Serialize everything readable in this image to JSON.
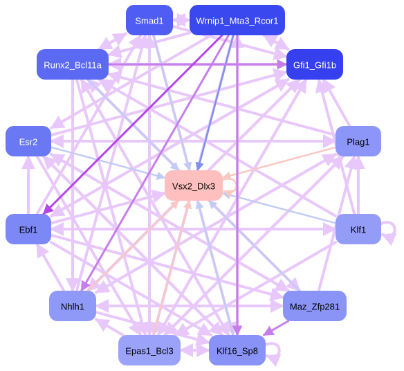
{
  "diagram": {
    "type": "directed-network",
    "nodes": [
      {
        "id": "Smad1",
        "label": "Smad1",
        "fill": "#4f5df5",
        "text_color": "#ffffff"
      },
      {
        "id": "Wrnip1_Mta3_Rcor1",
        "label": "Wrnip1_Mta3_Rcor1",
        "fill": "#3a48f0",
        "text_color": "#ffffff"
      },
      {
        "id": "Runx2_Bcl11a",
        "label": "Runx2_Bcl11a",
        "fill": "#5c69f2",
        "text_color": "#ffffff"
      },
      {
        "id": "Gfi1_Gfi1b",
        "label": "Gfi1_Gfi1b",
        "fill": "#3640ee",
        "text_color": "#ffffff"
      },
      {
        "id": "Esr2",
        "label": "Esr2",
        "fill": "#6a78f4",
        "text_color": "#ffffff"
      },
      {
        "id": "Plag1",
        "label": "Plag1",
        "fill": "#8c96f8",
        "text_color": "#000000"
      },
      {
        "id": "Vsx2_Dlx3",
        "label": "Vsx2_Dlx3",
        "fill": "#ffbfbf",
        "text_color": "#000000"
      },
      {
        "id": "Ebf1",
        "label": "Ebf1",
        "fill": "#7c88f6",
        "text_color": "#000000"
      },
      {
        "id": "Klf1",
        "label": "Klf1",
        "fill": "#939df8",
        "text_color": "#000000"
      },
      {
        "id": "Nhlh1",
        "label": "Nhlh1",
        "fill": "#8f99f7",
        "text_color": "#000000"
      },
      {
        "id": "Maz_Zfp281",
        "label": "Maz_Zfp281",
        "fill": "#8a94f7",
        "text_color": "#000000"
      },
      {
        "id": "Epas1_Bcl3",
        "label": "Epas1_Bcl3",
        "fill": "#9aa3f9",
        "text_color": "#000000"
      },
      {
        "id": "Klf16_Sp8",
        "label": "Klf16_Sp8",
        "fill": "#8892f7",
        "text_color": "#000000"
      }
    ],
    "edge_colors": {
      "light_violet": "#e8c8fa",
      "violet": "#c77dea",
      "dark_violet": "#b545e8",
      "light_blue": "#c2cbf5",
      "blue": "#7f8ff0",
      "salmon": "#f8c8c2"
    },
    "edges": [
      {
        "from": "Wrnip1_Mta3_Rcor1",
        "to": "Ebf1",
        "color": "dark_violet"
      },
      {
        "from": "Wrnip1_Mta3_Rcor1",
        "to": "Klf16_Sp8",
        "color": "violet"
      },
      {
        "from": "Wrnip1_Mta3_Rcor1",
        "to": "Nhlh1",
        "color": "violet"
      },
      {
        "from": "Wrnip1_Mta3_Rcor1",
        "to": "Vsx2_Dlx3",
        "color": "blue"
      },
      {
        "from": "Wrnip1_Mta3_Rcor1",
        "to": "Smad1",
        "color": "light_violet"
      },
      {
        "from": "Wrnip1_Mta3_Rcor1",
        "to": "Gfi1_Gfi1b",
        "color": "light_violet"
      },
      {
        "from": "Wrnip1_Mta3_Rcor1",
        "to": "Runx2_Bcl11a",
        "color": "light_violet"
      },
      {
        "from": "Wrnip1_Mta3_Rcor1",
        "to": "Epas1_Bcl3",
        "color": "light_violet"
      },
      {
        "from": "Wrnip1_Mta3_Rcor1",
        "to": "Esr2",
        "color": "light_violet"
      },
      {
        "from": "Smad1",
        "to": "Runx2_Bcl11a",
        "color": "light_violet"
      },
      {
        "from": "Smad1",
        "to": "Vsx2_Dlx3",
        "color": "light_blue"
      },
      {
        "from": "Smad1",
        "to": "Wrnip1_Mta3_Rcor1",
        "color": "light_violet"
      },
      {
        "from": "Smad1",
        "to": "Epas1_Bcl3",
        "color": "light_violet"
      },
      {
        "from": "Smad1",
        "to": "Klf16_Sp8",
        "color": "light_violet"
      },
      {
        "from": "Smad1",
        "to": "Gfi1_Gfi1b",
        "color": "light_violet"
      },
      {
        "from": "Runx2_Bcl11a",
        "to": "Gfi1_Gfi1b",
        "color": "violet"
      },
      {
        "from": "Runx2_Bcl11a",
        "to": "Vsx2_Dlx3",
        "color": "light_blue"
      },
      {
        "from": "Runx2_Bcl11a",
        "to": "Klf16_Sp8",
        "color": "light_violet"
      },
      {
        "from": "Runx2_Bcl11a",
        "to": "Maz_Zfp281",
        "color": "light_violet"
      },
      {
        "from": "Runx2_Bcl11a",
        "to": "Nhlh1",
        "color": "light_violet"
      },
      {
        "from": "Runx2_Bcl11a",
        "to": "Epas1_Bcl3",
        "color": "light_violet"
      },
      {
        "from": "Runx2_Bcl11a",
        "to": "Smad1",
        "color": "light_violet"
      },
      {
        "from": "Gfi1_Gfi1b",
        "to": "Runx2_Bcl11a",
        "color": "light_violet"
      },
      {
        "from": "Gfi1_Gfi1b",
        "to": "Nhlh1",
        "color": "light_violet"
      },
      {
        "from": "Gfi1_Gfi1b",
        "to": "Epas1_Bcl3",
        "color": "light_violet"
      },
      {
        "from": "Gfi1_Gfi1b",
        "to": "Ebf1",
        "color": "light_violet"
      },
      {
        "from": "Gfi1_Gfi1b",
        "to": "Wrnip1_Mta3_Rcor1",
        "color": "light_violet"
      },
      {
        "from": "Esr2",
        "to": "Vsx2_Dlx3",
        "color": "light_blue"
      },
      {
        "from": "Esr2",
        "to": "Plag1",
        "color": "light_violet"
      },
      {
        "from": "Esr2",
        "to": "Klf16_Sp8",
        "color": "light_violet"
      },
      {
        "from": "Esr2",
        "to": "Maz_Zfp281",
        "color": "light_violet"
      },
      {
        "from": "Esr2",
        "to": "Gfi1_Gfi1b",
        "color": "light_violet"
      },
      {
        "from": "Esr2",
        "to": "Epas1_Bcl3",
        "color": "light_violet"
      },
      {
        "from": "Plag1",
        "to": "Esr2",
        "color": "light_violet"
      },
      {
        "from": "Plag1",
        "to": "Nhlh1",
        "color": "light_violet"
      },
      {
        "from": "Plag1",
        "to": "Epas1_Bcl3",
        "color": "light_violet"
      },
      {
        "from": "Plag1",
        "to": "Gfi1_Gfi1b",
        "color": "light_violet"
      },
      {
        "from": "Plag1",
        "to": "Vsx2_Dlx3",
        "color": "salmon"
      },
      {
        "from": "Plag1",
        "to": "Runx2_Bcl11a",
        "color": "light_violet"
      },
      {
        "from": "Ebf1",
        "to": "Klf1",
        "color": "light_violet"
      },
      {
        "from": "Ebf1",
        "to": "Vsx2_Dlx3",
        "color": "light_violet"
      },
      {
        "from": "Ebf1",
        "to": "Smad1",
        "color": "light_violet"
      },
      {
        "from": "Ebf1",
        "to": "Gfi1_Gfi1b",
        "color": "light_violet"
      },
      {
        "from": "Ebf1",
        "to": "Esr2",
        "color": "light_violet"
      },
      {
        "from": "Ebf1",
        "to": "Klf16_Sp8",
        "color": "light_violet"
      },
      {
        "from": "Ebf1",
        "to": "Maz_Zfp281",
        "color": "light_violet"
      },
      {
        "from": "Klf1",
        "to": "Vsx2_Dlx3",
        "color": "light_blue"
      },
      {
        "from": "Klf1",
        "to": "Ebf1",
        "color": "light_violet"
      },
      {
        "from": "Klf1",
        "to": "Plag1",
        "color": "light_violet"
      },
      {
        "from": "Klf1",
        "to": "Gfi1_Gfi1b",
        "color": "light_violet"
      },
      {
        "from": "Klf1",
        "to": "Epas1_Bcl3",
        "color": "light_violet"
      },
      {
        "from": "Klf1",
        "to": "Runx2_Bcl11a",
        "color": "light_violet"
      },
      {
        "from": "Klf1",
        "to": "Klf1",
        "color": "light_violet"
      },
      {
        "from": "Nhlh1",
        "to": "Vsx2_Dlx3",
        "color": "salmon"
      },
      {
        "from": "Nhlh1",
        "to": "Gfi1_Gfi1b",
        "color": "light_violet"
      },
      {
        "from": "Nhlh1",
        "to": "Maz_Zfp281",
        "color": "light_violet"
      },
      {
        "from": "Nhlh1",
        "to": "Klf16_Sp8",
        "color": "light_violet"
      },
      {
        "from": "Nhlh1",
        "to": "Ebf1",
        "color": "light_violet"
      },
      {
        "from": "Nhlh1",
        "to": "Smad1",
        "color": "light_violet"
      },
      {
        "from": "Nhlh1",
        "to": "Plag1",
        "color": "light_violet"
      },
      {
        "from": "Maz_Zfp281",
        "to": "Vsx2_Dlx3",
        "color": "light_blue"
      },
      {
        "from": "Maz_Zfp281",
        "to": "Klf16_Sp8",
        "color": "violet"
      },
      {
        "from": "Maz_Zfp281",
        "to": "Nhlh1",
        "color": "light_violet"
      },
      {
        "from": "Maz_Zfp281",
        "to": "Esr2",
        "color": "light_violet"
      },
      {
        "from": "Maz_Zfp281",
        "to": "Runx2_Bcl11a",
        "color": "light_violet"
      },
      {
        "from": "Maz_Zfp281",
        "to": "Plag1",
        "color": "light_violet"
      },
      {
        "from": "Epas1_Bcl3",
        "to": "Vsx2_Dlx3",
        "color": "salmon"
      },
      {
        "from": "Epas1_Bcl3",
        "to": "Klf16_Sp8",
        "color": "light_violet"
      },
      {
        "from": "Epas1_Bcl3",
        "to": "Nhlh1",
        "color": "light_violet"
      },
      {
        "from": "Epas1_Bcl3",
        "to": "Smad1",
        "color": "light_violet"
      },
      {
        "from": "Epas1_Bcl3",
        "to": "Plag1",
        "color": "light_violet"
      },
      {
        "from": "Epas1_Bcl3",
        "to": "Gfi1_Gfi1b",
        "color": "light_violet"
      },
      {
        "from": "Klf16_Sp8",
        "to": "Vsx2_Dlx3",
        "color": "light_blue"
      },
      {
        "from": "Klf16_Sp8",
        "to": "Epas1_Bcl3",
        "color": "light_violet"
      },
      {
        "from": "Klf16_Sp8",
        "to": "Runx2_Bcl11a",
        "color": "light_violet"
      },
      {
        "from": "Klf16_Sp8",
        "to": "Wrnip1_Mta3_Rcor1",
        "color": "light_violet"
      },
      {
        "from": "Klf16_Sp8",
        "to": "Esr2",
        "color": "light_violet"
      },
      {
        "from": "Klf16_Sp8",
        "to": "Klf16_Sp8",
        "color": "light_violet"
      },
      {
        "from": "Vsx2_Dlx3",
        "to": "Vsx2_Dlx3",
        "color": "salmon"
      }
    ]
  }
}
